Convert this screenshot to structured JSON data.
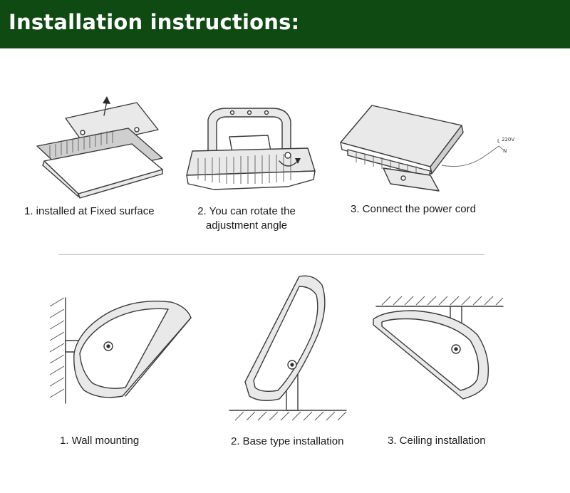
{
  "header": {
    "title": "Installation instructions:"
  },
  "top_steps": [
    {
      "label": "1. installed at Fixed surface"
    },
    {
      "label": "2. You can rotate the adjustment angle"
    },
    {
      "label": "3. Connect the power cord"
    }
  ],
  "bottom_steps": [
    {
      "label": "1. Wall mounting"
    },
    {
      "label": "2. Base type installation"
    },
    {
      "label": "3. Ceiling installation"
    }
  ],
  "wiring": {
    "voltage": "220V",
    "live": "L",
    "neutral": "N"
  },
  "colors": {
    "header_bg": "#0f4a12",
    "header_text": "#ffffff",
    "divider": "#bdbdbd"
  }
}
